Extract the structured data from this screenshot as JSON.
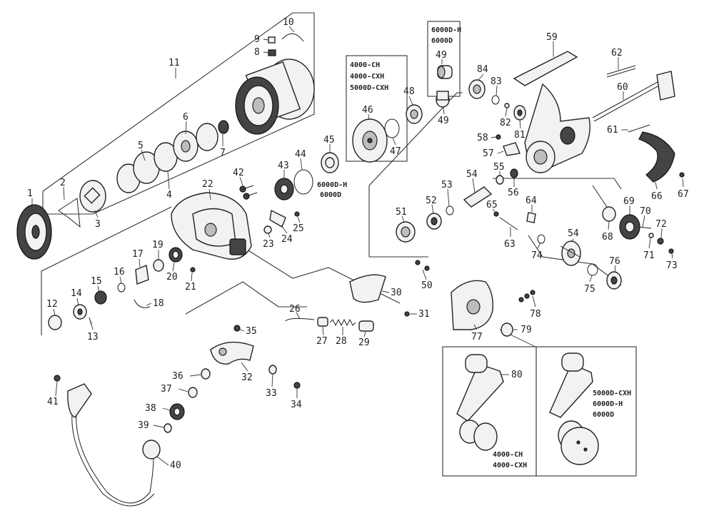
{
  "callouts": [
    {
      "id": "c1",
      "text": "1"
    },
    {
      "id": "c2",
      "text": "2"
    },
    {
      "id": "c3",
      "text": "3"
    },
    {
      "id": "c4",
      "text": "4"
    },
    {
      "id": "c5",
      "text": "5"
    },
    {
      "id": "c6",
      "text": "6"
    },
    {
      "id": "c7",
      "text": "7"
    },
    {
      "id": "c8",
      "text": "8"
    },
    {
      "id": "c9",
      "text": "9"
    },
    {
      "id": "c10",
      "text": "10"
    },
    {
      "id": "c11",
      "text": "11"
    },
    {
      "id": "c12",
      "text": "12"
    },
    {
      "id": "c13",
      "text": "13"
    },
    {
      "id": "c14",
      "text": "14"
    },
    {
      "id": "c15",
      "text": "15"
    },
    {
      "id": "c16",
      "text": "16"
    },
    {
      "id": "c17",
      "text": "17"
    },
    {
      "id": "c18",
      "text": "18"
    },
    {
      "id": "c19",
      "text": "19"
    },
    {
      "id": "c20",
      "text": "20"
    },
    {
      "id": "c21",
      "text": "21"
    },
    {
      "id": "c22",
      "text": "22"
    },
    {
      "id": "c23",
      "text": "23"
    },
    {
      "id": "c24",
      "text": "24"
    },
    {
      "id": "c25",
      "text": "25"
    },
    {
      "id": "c26",
      "text": "26"
    },
    {
      "id": "c27",
      "text": "27"
    },
    {
      "id": "c28",
      "text": "28"
    },
    {
      "id": "c29",
      "text": "29"
    },
    {
      "id": "c30",
      "text": "30"
    },
    {
      "id": "c31",
      "text": "31"
    },
    {
      "id": "c32",
      "text": "32"
    },
    {
      "id": "c33",
      "text": "33"
    },
    {
      "id": "c34",
      "text": "34"
    },
    {
      "id": "c35",
      "text": "35"
    },
    {
      "id": "c36",
      "text": "36"
    },
    {
      "id": "c37",
      "text": "37"
    },
    {
      "id": "c38",
      "text": "38"
    },
    {
      "id": "c39",
      "text": "39"
    },
    {
      "id": "c40",
      "text": "40"
    },
    {
      "id": "c41",
      "text": "41"
    },
    {
      "id": "c42",
      "text": "42"
    },
    {
      "id": "c43",
      "text": "43"
    },
    {
      "id": "c44",
      "text": "44"
    },
    {
      "id": "c45",
      "text": "45"
    },
    {
      "id": "c46",
      "text": "46"
    },
    {
      "id": "c47",
      "text": "47"
    },
    {
      "id": "c48",
      "text": "48"
    },
    {
      "id": "c49a",
      "text": "49"
    },
    {
      "id": "c49b",
      "text": "49"
    },
    {
      "id": "c50",
      "text": "50"
    },
    {
      "id": "c51",
      "text": "51"
    },
    {
      "id": "c52",
      "text": "52"
    },
    {
      "id": "c53",
      "text": "53"
    },
    {
      "id": "c54a",
      "text": "54"
    },
    {
      "id": "c54b",
      "text": "54"
    },
    {
      "id": "c55",
      "text": "55"
    },
    {
      "id": "c56",
      "text": "56"
    },
    {
      "id": "c57",
      "text": "57"
    },
    {
      "id": "c58",
      "text": "58"
    },
    {
      "id": "c59",
      "text": "59"
    },
    {
      "id": "c60",
      "text": "60"
    },
    {
      "id": "c61",
      "text": "61"
    },
    {
      "id": "c62",
      "text": "62"
    },
    {
      "id": "c63",
      "text": "63"
    },
    {
      "id": "c64",
      "text": "64"
    },
    {
      "id": "c65",
      "text": "65"
    },
    {
      "id": "c66",
      "text": "66"
    },
    {
      "id": "c67",
      "text": "67"
    },
    {
      "id": "c68",
      "text": "68"
    },
    {
      "id": "c69",
      "text": "69"
    },
    {
      "id": "c70",
      "text": "70"
    },
    {
      "id": "c71",
      "text": "71"
    },
    {
      "id": "c72",
      "text": "72"
    },
    {
      "id": "c73",
      "text": "73"
    },
    {
      "id": "c74",
      "text": "74"
    },
    {
      "id": "c75",
      "text": "75"
    },
    {
      "id": "c76",
      "text": "76"
    },
    {
      "id": "c77",
      "text": "77"
    },
    {
      "id": "c78",
      "text": "78"
    },
    {
      "id": "c79",
      "text": "79"
    },
    {
      "id": "c80",
      "text": "80"
    },
    {
      "id": "c81",
      "text": "81"
    },
    {
      "id": "c82",
      "text": "82"
    },
    {
      "id": "c83",
      "text": "83"
    },
    {
      "id": "c84",
      "text": "84"
    }
  ],
  "variants": {
    "box_6000": [
      "6000D-H",
      "6000D"
    ],
    "box_4000": [
      "4000-CH",
      "4000-CXH",
      "5000D-CXH"
    ],
    "part45": [
      "6000D-H",
      "6000D"
    ],
    "handle_a": [
      "4000-CH",
      "4000-CXH"
    ],
    "handle_b": [
      "5000D-CXH",
      "6000D-H",
      "6000D"
    ]
  },
  "colors": {
    "ink": "#222222",
    "background": "#ffffff"
  }
}
